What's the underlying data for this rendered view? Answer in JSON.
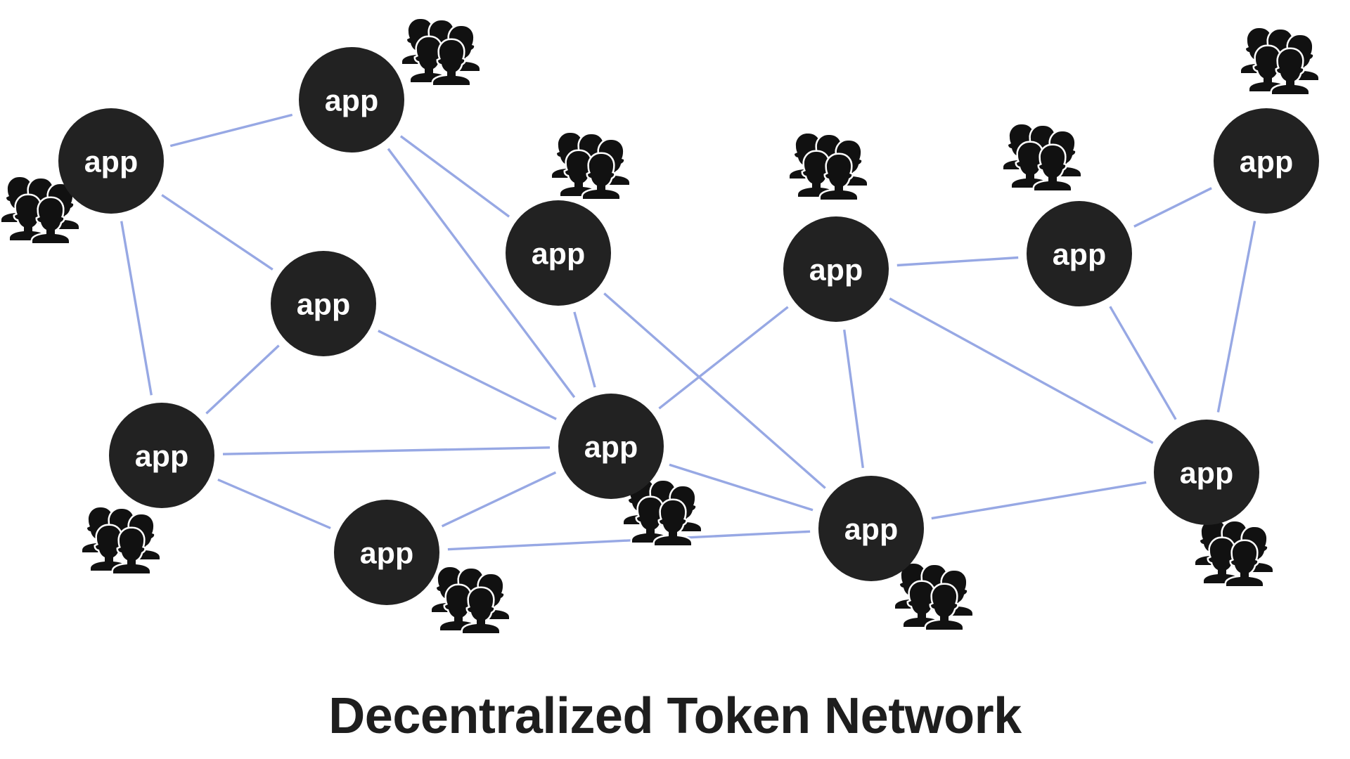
{
  "diagram": {
    "title": "Decentralized Token Network",
    "node_label": "app",
    "colors": {
      "node_fill": "#222222",
      "node_text": "#ffffff",
      "edge": "#97a8e4",
      "user_icon": "#111111",
      "title": "#1e1e1e"
    },
    "nodes": [
      {
        "id": "n1",
        "label": "app"
      },
      {
        "id": "n2",
        "label": "app"
      },
      {
        "id": "n3",
        "label": "app"
      },
      {
        "id": "n4",
        "label": "app"
      },
      {
        "id": "n5",
        "label": "app"
      },
      {
        "id": "n6",
        "label": "app"
      },
      {
        "id": "n7",
        "label": "app"
      },
      {
        "id": "n8",
        "label": "app"
      },
      {
        "id": "n9",
        "label": "app"
      },
      {
        "id": "n10",
        "label": "app"
      },
      {
        "id": "n11",
        "label": "app"
      },
      {
        "id": "n12",
        "label": "app"
      }
    ],
    "edges": [
      [
        "n1",
        "n2"
      ],
      [
        "n1",
        "n3"
      ],
      [
        "n1",
        "n4"
      ],
      [
        "n2",
        "n5"
      ],
      [
        "n2",
        "n6"
      ],
      [
        "n3",
        "n4"
      ],
      [
        "n3",
        "n5"
      ],
      [
        "n4",
        "n5"
      ],
      [
        "n4",
        "n7"
      ],
      [
        "n7",
        "n5"
      ],
      [
        "n7",
        "n10"
      ],
      [
        "n6",
        "n5"
      ],
      [
        "n6",
        "n10"
      ],
      [
        "n5",
        "n10"
      ],
      [
        "n5",
        "n8"
      ],
      [
        "n8",
        "n9"
      ],
      [
        "n8",
        "n10"
      ],
      [
        "n8",
        "n12"
      ],
      [
        "n9",
        "n11"
      ],
      [
        "n9",
        "n12"
      ],
      [
        "n11",
        "n12"
      ],
      [
        "n10",
        "n12"
      ]
    ],
    "user_group_icon": "users-crowd-icon"
  }
}
